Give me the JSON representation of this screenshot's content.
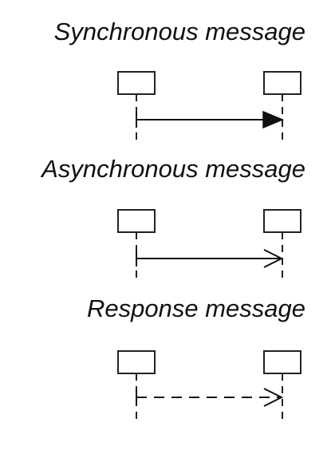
{
  "diagram": {
    "sections": [
      {
        "id": "synchronous",
        "title": "Synchronous message",
        "arrow": "filled",
        "line": "solid"
      },
      {
        "id": "asynchronous",
        "title": "Asynchronous message",
        "arrow": "open",
        "line": "solid"
      },
      {
        "id": "response",
        "title": "Response message",
        "arrow": "open",
        "line": "dashed"
      }
    ],
    "colors": {
      "ink": "#111111",
      "background": "#ffffff"
    }
  }
}
